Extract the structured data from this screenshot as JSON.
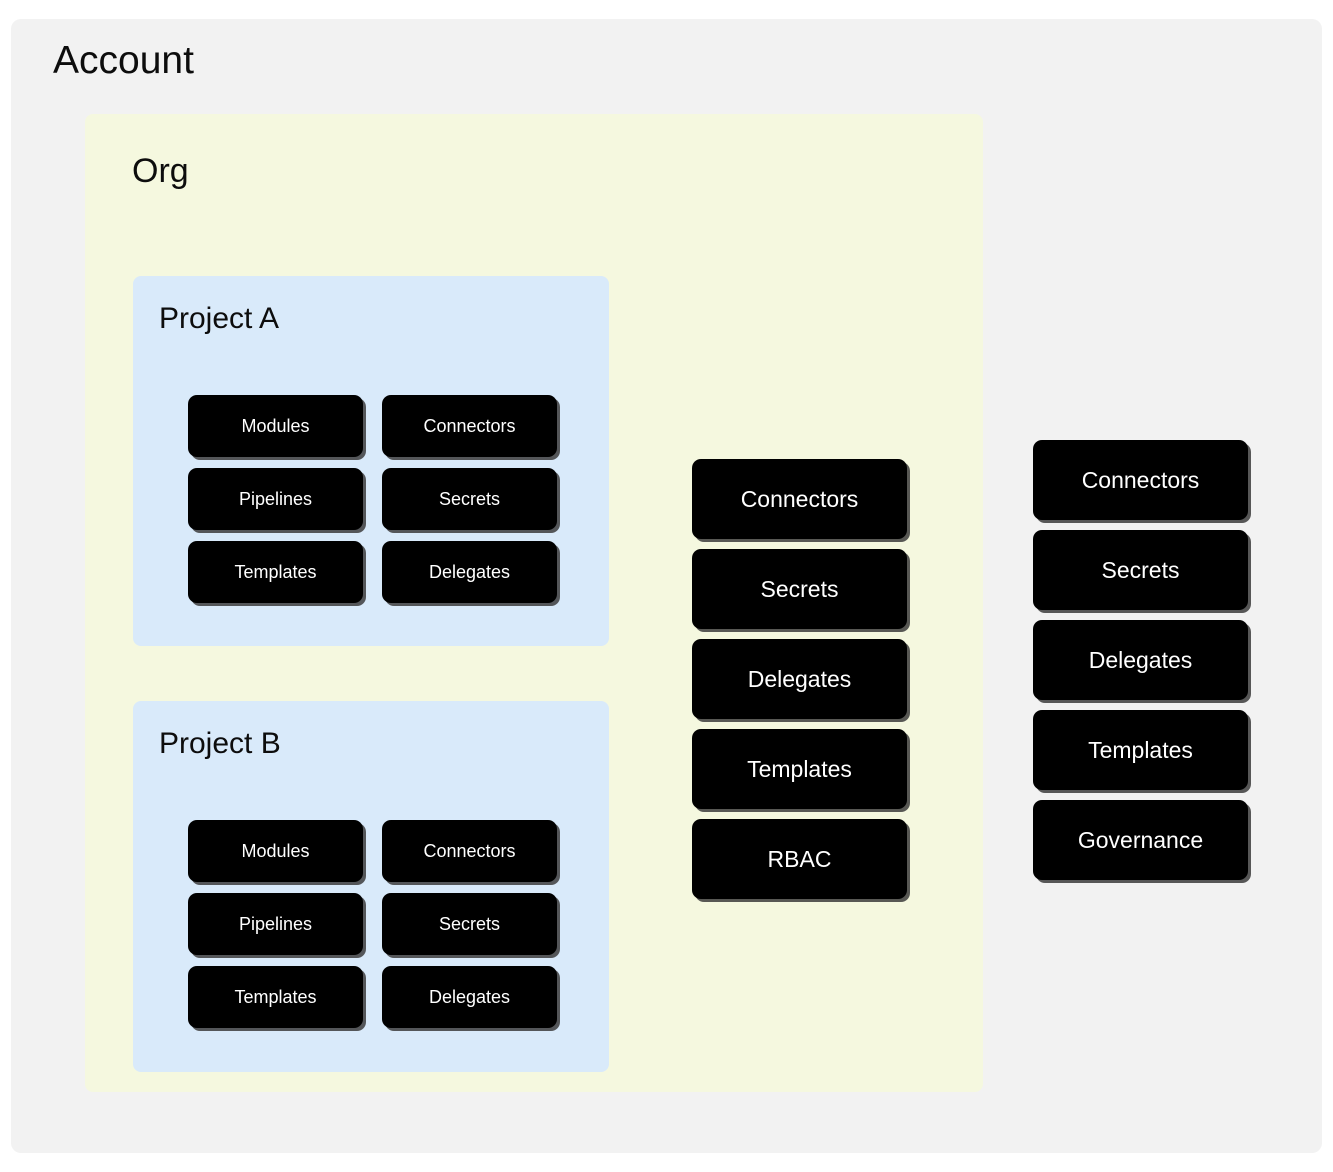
{
  "diagram": {
    "type": "hierarchy-scopes",
    "colors": {
      "account_bg": "#F2F2F2",
      "org_bg": "#F5F8DF",
      "project_bg": "#D9EAFA",
      "chip_bg": "#000000",
      "chip_text": "#FFFFFF",
      "chip_shadow": "#3C3C3C"
    }
  },
  "account": {
    "title": "Account",
    "resources": [
      {
        "label": "Connectors"
      },
      {
        "label": "Secrets"
      },
      {
        "label": "Delegates"
      },
      {
        "label": "Templates"
      },
      {
        "label": "Governance"
      }
    ]
  },
  "org": {
    "title": "Org",
    "resources": [
      {
        "label": "Connectors"
      },
      {
        "label": "Secrets"
      },
      {
        "label": "Delegates"
      },
      {
        "label": "Templates"
      },
      {
        "label": "RBAC"
      }
    ]
  },
  "projects": [
    {
      "title": "Project A",
      "resources": [
        {
          "label": "Modules"
        },
        {
          "label": "Connectors"
        },
        {
          "label": "Pipelines"
        },
        {
          "label": "Secrets"
        },
        {
          "label": "Templates"
        },
        {
          "label": "Delegates"
        }
      ]
    },
    {
      "title": "Project B",
      "resources": [
        {
          "label": "Modules"
        },
        {
          "label": "Connectors"
        },
        {
          "label": "Pipelines"
        },
        {
          "label": "Secrets"
        },
        {
          "label": "Templates"
        },
        {
          "label": "Delegates"
        }
      ]
    }
  ]
}
